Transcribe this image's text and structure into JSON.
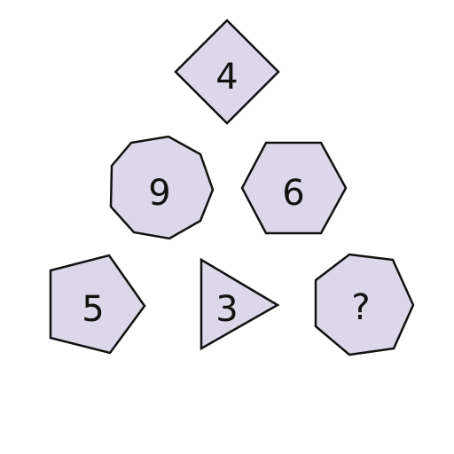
{
  "style": {
    "shape_fill": "#dcd8ea",
    "stroke": "#111111",
    "background": "#ffffff"
  },
  "shapes": [
    {
      "id": "shape-diamond",
      "kind": "square",
      "sides": 4,
      "label": "4"
    },
    {
      "id": "shape-nonagon",
      "kind": "nonagon",
      "sides": 9,
      "label": "9"
    },
    {
      "id": "shape-hexagon",
      "kind": "hexagon",
      "sides": 6,
      "label": "6"
    },
    {
      "id": "shape-pentagon",
      "kind": "pentagon",
      "sides": 5,
      "label": "5"
    },
    {
      "id": "shape-triangle",
      "kind": "triangle",
      "sides": 3,
      "label": "3"
    },
    {
      "id": "shape-heptagon",
      "kind": "heptagon",
      "sides": 7,
      "label": "?"
    }
  ]
}
